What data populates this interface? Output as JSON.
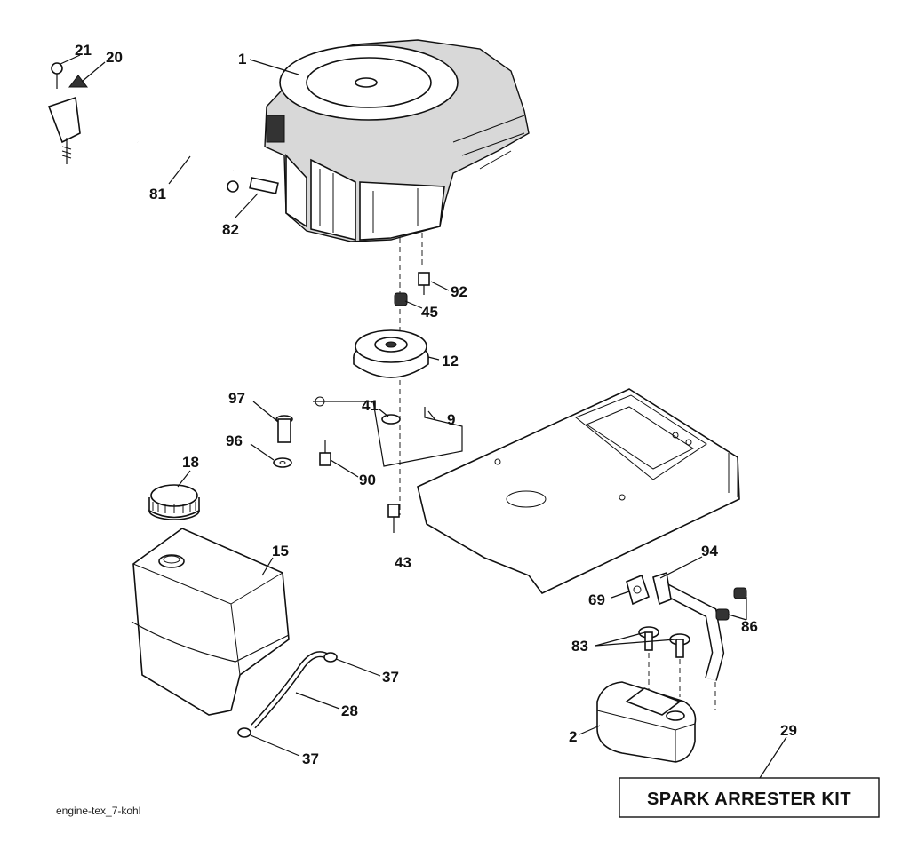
{
  "diagram": {
    "caption": "engine-tex_7-kohl",
    "kit_label": "SPARK ARRESTER KIT",
    "callouts": {
      "p1": "1",
      "p2": "2",
      "p9": "9",
      "p12": "12",
      "p15": "15",
      "p18": "18",
      "p20": "20",
      "p21": "21",
      "p28": "28",
      "p29": "29",
      "p37a": "37",
      "p37b": "37",
      "p41": "41",
      "p43": "43",
      "p45": "45",
      "p69": "69",
      "p81": "81",
      "p82": "82",
      "p83": "83",
      "p86": "86",
      "p90": "90",
      "p92": "92",
      "p94": "94",
      "p96": "96",
      "p97": "97"
    }
  }
}
